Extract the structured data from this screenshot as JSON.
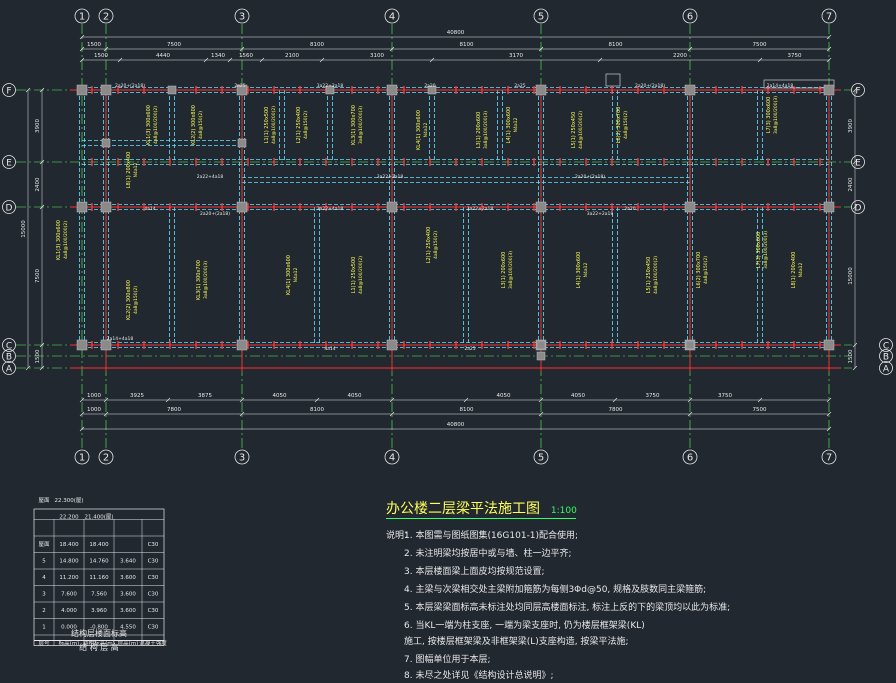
{
  "axes": {
    "numbers": [
      "1",
      "2",
      "3",
      "4",
      "5",
      "6",
      "7"
    ],
    "letters": [
      "F",
      "E",
      "D",
      "C",
      "B",
      "A"
    ]
  },
  "dims": {
    "top_total": "40800",
    "bottom_total": "40800",
    "top_row1": [
      "1500",
      "4440",
      "1340",
      "1560",
      "2100",
      "3100",
      "3170",
      "2200",
      "3750"
    ],
    "top_row2": [
      "7500",
      "8100",
      "8100",
      "8100",
      "7500"
    ],
    "bottom_row1": [
      "3925",
      "3875",
      "4050",
      "4050",
      "4050",
      "4050",
      "3750",
      "3750"
    ],
    "bottom_row2": [
      "1000",
      "7800",
      "8100",
      "8100",
      "7800"
    ],
    "left": [
      "3900",
      "2400",
      "7500",
      "1500",
      "15000"
    ],
    "right": [
      "3900",
      "2400",
      "15000",
      "1500"
    ]
  },
  "beam_labels": [
    "KL1(3) 300x600",
    "KL2(2) 300x800",
    "KL3(1) 300x700",
    "KL4(1) 300x600",
    "L1(1) 250x500",
    "L2(1) 250x400",
    "L3(1) 200x600",
    "L4(1) 300x600",
    "L5(1) 250x450",
    "L6(2) 300x700",
    "L7(3) 300x600",
    "L8(1) 200x400",
    "4a8@100/200(2)",
    "4a8@150(2)",
    "3a8@100/200(3)",
    "N4a12",
    "2a20+(2a18)",
    "2a25",
    "3a22+2a18",
    "2a20",
    "2a14+4a18",
    "4a14",
    "2a22+4a18"
  ],
  "drawing": {
    "title": "办公楼二层梁平法施工图",
    "scale": "1:100"
  },
  "notes": {
    "label": "说明：",
    "items": [
      "1. 本图需与图纸图集(16G101-1)配合使用;",
      "2. 未注明梁均按居中或与墙、柱一边平齐;",
      "3. 本层楼面梁上面皮均按规范设置;",
      "4. 主梁与次梁相交处主梁附加箍筋为每侧3Φd@50, 规格及肢数同主梁箍筋;",
      "5. 本层梁梁面标高未标注处均同层高楼面标注, 标注上反的下的梁顶均以此为标准;",
      "6. 当KL一端为柱支座, 一端为梁支座时, 仍为楼层框架梁(KL)",
      "   施工, 按楼层框架梁及非框架梁(L)支座构造, 按梁平法施;",
      "7. 图幅单位用于本层;",
      "8. 未尽之处详见《结构设计总说明》;"
    ]
  },
  "level_table": {
    "rows": [
      {
        "floor": "屋面",
        "level": "22.300(屋)",
        "height": "",
        "conc": ""
      },
      {
        "floor": "",
        "level": "22.200",
        "level2": "21.400(屋)",
        "height": "",
        "conc": ""
      },
      {
        "floor": "屋面",
        "level": "18.400",
        "level2": "18.400",
        "height": "",
        "conc": "C30"
      },
      {
        "floor": "5",
        "level": "14.800",
        "level2": "14.760",
        "height": "3.640",
        "conc": "C30"
      },
      {
        "floor": "4",
        "level": "11.200",
        "level2": "11.160",
        "height": "3.600",
        "conc": "C30"
      },
      {
        "floor": "3",
        "level": "7.600",
        "level2": "7.560",
        "height": "3.600",
        "conc": "C30"
      },
      {
        "floor": "2",
        "level": "4.000",
        "level2": "3.960",
        "height": "3.600",
        "conc": "C30"
      },
      {
        "floor": "1",
        "level": "0.000",
        "level2": "-0.800",
        "height": "4.550",
        "conc": "C30"
      },
      {
        "floor": "层号",
        "level": "标高(m)",
        "level2": "结构标高(m)",
        "height": "层高(m)",
        "conc": "混凝土强度"
      }
    ],
    "title1": "结构层楼面标高",
    "title2": "结 构 层 高"
  },
  "colors": {
    "background": "#212830",
    "axis": "#55ff55",
    "beam_dash": "#66e0ff",
    "beam_red": "#ff3030",
    "label": "#ffff55",
    "dim": "#e8e8e8",
    "column": "#8a8a8a"
  }
}
